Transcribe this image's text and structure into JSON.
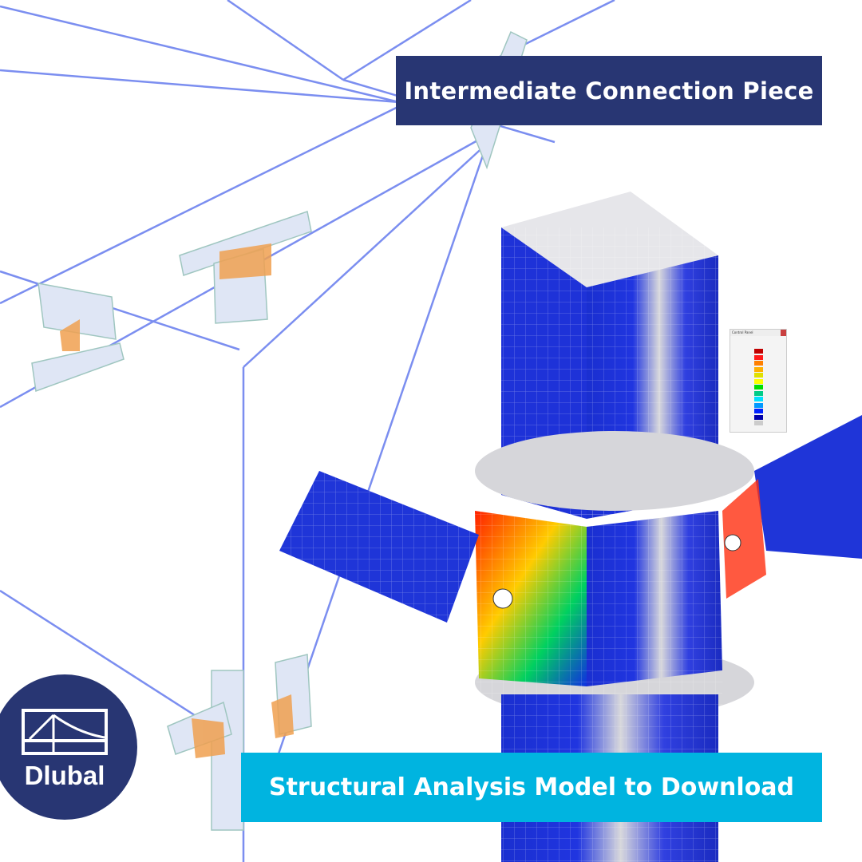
{
  "header": {
    "title": "Intermediate Connection Piece"
  },
  "cta": {
    "label": "Structural Analysis Model to Download"
  },
  "logo": {
    "text": "Dlubal"
  },
  "control_panel": {
    "title": "Control Panel",
    "scale_colors": [
      "#c00000",
      "#ff1a1a",
      "#ff8000",
      "#ffb000",
      "#e0e000",
      "#ffff00",
      "#00e000",
      "#00cc88",
      "#00e0ff",
      "#0099ff",
      "#0022ff",
      "#0000aa",
      "#cccccc"
    ]
  },
  "colors": {
    "navy": "#283673",
    "cyan": "#00b4e0",
    "wire": "#7b8ef0"
  }
}
